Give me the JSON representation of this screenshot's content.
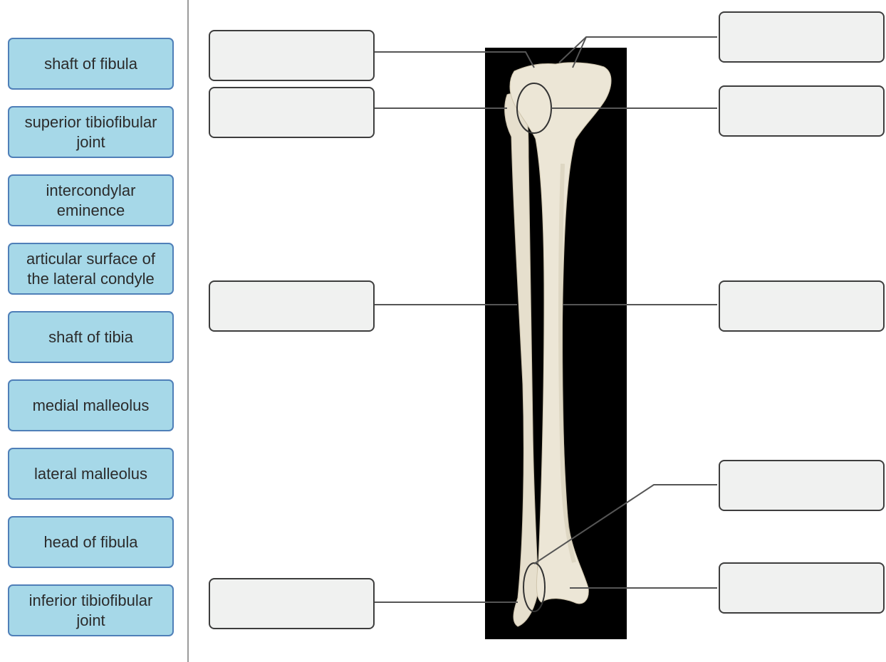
{
  "label_bank": [
    "shaft of fibula",
    "superior tibiofibular joint",
    "intercondylar eminence",
    "articular surface of the lateral condyle",
    "shaft of tibia",
    "medial malleolus",
    "lateral malleolus",
    "head of fibula",
    "inferior tibiofibular joint"
  ],
  "drop_targets": {
    "left": [
      "",
      "",
      "",
      ""
    ],
    "right": [
      "",
      "",
      "",
      "",
      ""
    ]
  },
  "colors": {
    "chip_fill": "#a6d8e8",
    "chip_border": "#4f7fb8",
    "target_fill": "#f0f1f0",
    "target_border": "#3d3d3d",
    "leader_line": "#444444",
    "photo_background": "#000000",
    "bone": "#e9e3d3"
  }
}
